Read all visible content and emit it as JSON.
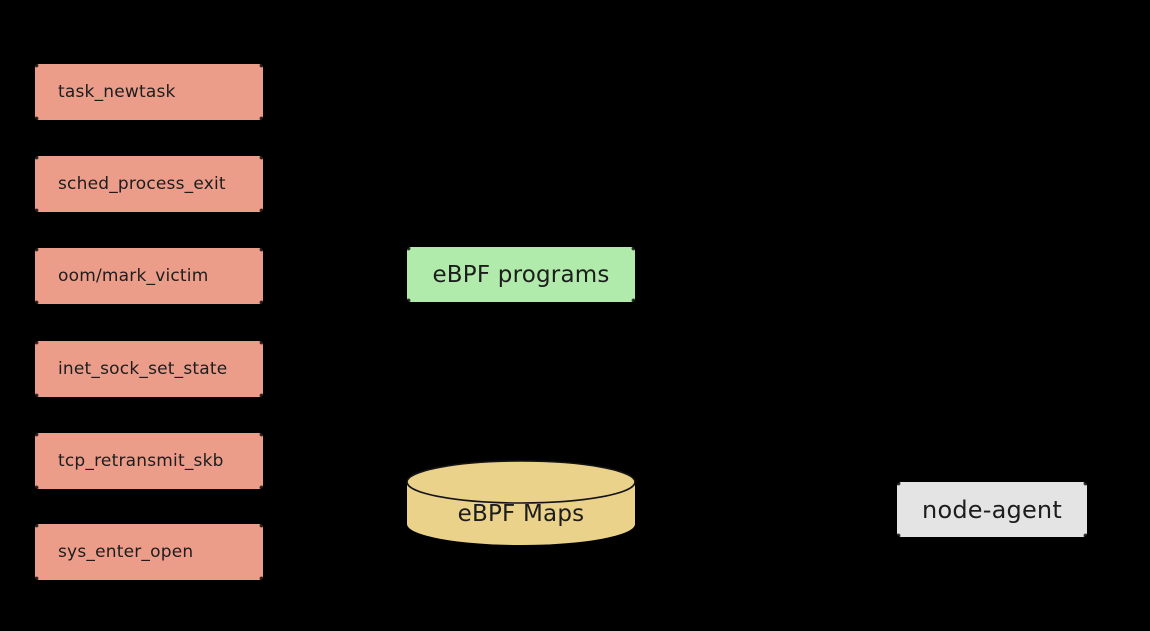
{
  "diagram": {
    "background": "#000000",
    "text_color": "#1D1D1D",
    "hooks": {
      "fill": "#EC9D8A",
      "items": [
        {
          "label": "task_newtask"
        },
        {
          "label": "sched_process_exit"
        },
        {
          "label": "oom/mark_victim"
        },
        {
          "label": "inet_sock_set_state"
        },
        {
          "label": "tcp_retransmit_skb"
        },
        {
          "label": "sys_enter_open"
        }
      ]
    },
    "programs": {
      "label": "eBPF programs",
      "fill": "#B1EBAB"
    },
    "maps": {
      "label": "eBPF Maps",
      "fill": "#EAD28B",
      "outline": "#141414"
    },
    "agent": {
      "label": "node-agent",
      "fill": "#E4E4E4"
    }
  }
}
